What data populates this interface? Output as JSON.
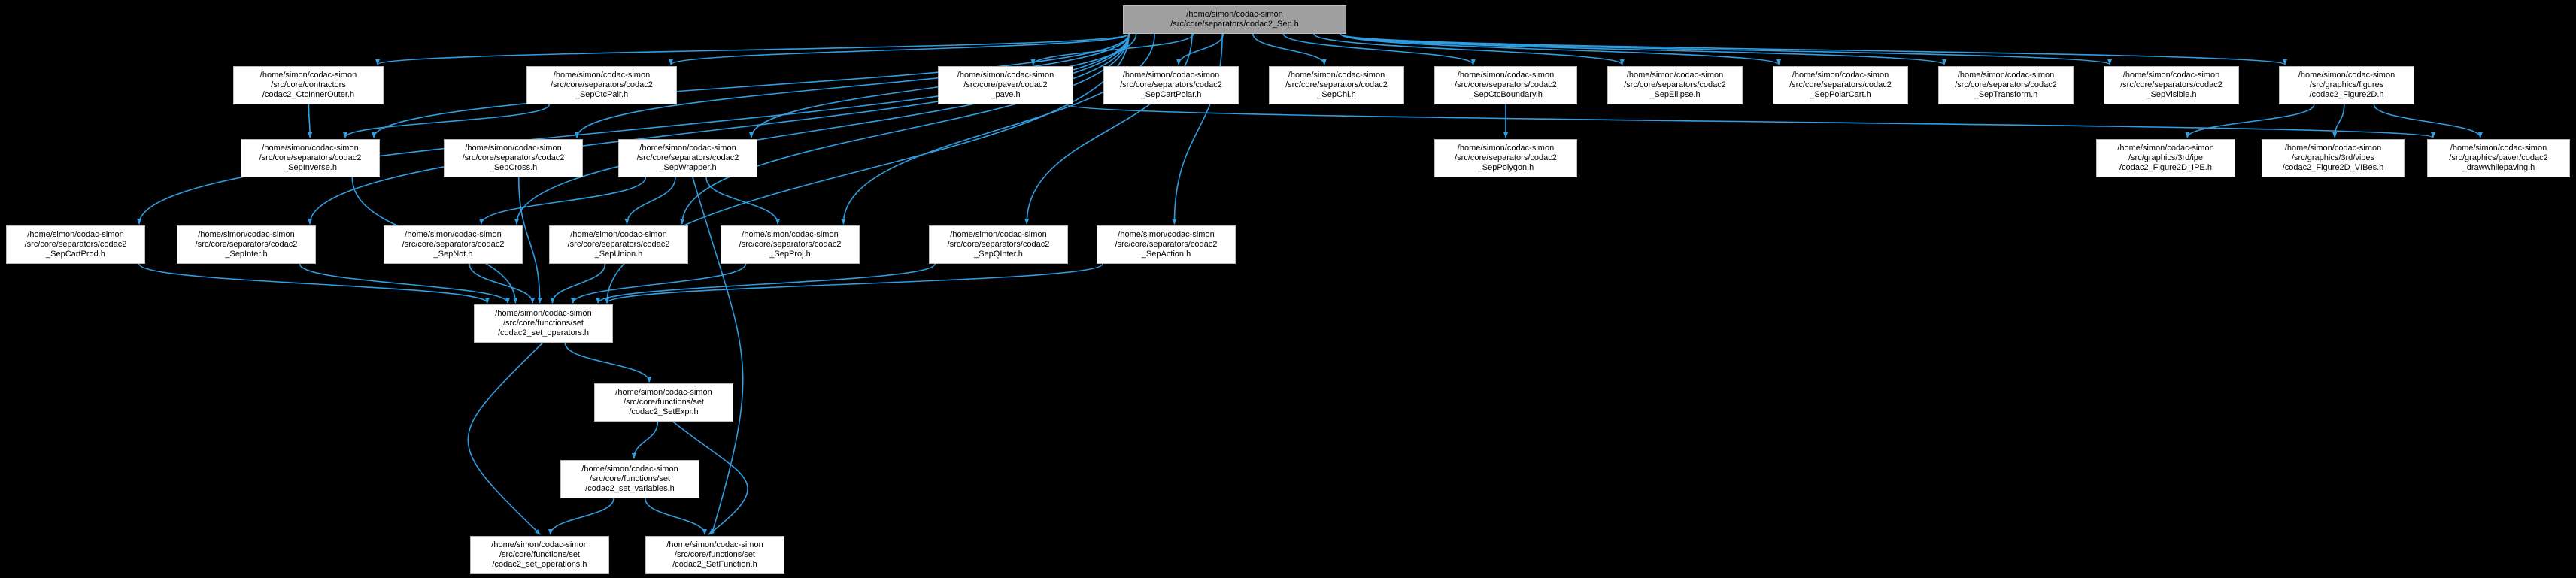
{
  "colors": {
    "background": "#000000",
    "node_fill": "#ffffff",
    "node_border": "#bdbdbd",
    "root_fill": "#9f9f9f",
    "edge": "#2f9ee3",
    "text": "#000000"
  },
  "graph": {
    "type": "include-dependency-graph",
    "root_id": "sep",
    "nodes": {
      "sep": {
        "label": "/home/simon/codac-simon\n/src/core/separators/codac2_Sep.h"
      },
      "ctcinnerouter": {
        "label": "/home/simon/codac-simon\n/src/core/contractors\n/codac2_CtcInnerOuter.h"
      },
      "sepctcpair": {
        "label": "/home/simon/codac-simon\n/src/core/separators/codac2\n_SepCtcPair.h"
      },
      "pave": {
        "label": "/home/simon/codac-simon\n/src/core/paver/codac2\n_pave.h"
      },
      "sepcartpolar": {
        "label": "/home/simon/codac-simon\n/src/core/separators/codac2\n_SepCartPolar.h"
      },
      "sepchi": {
        "label": "/home/simon/codac-simon\n/src/core/separators/codac2\n_SepChi.h"
      },
      "sepctcboundary": {
        "label": "/home/simon/codac-simon\n/src/core/separators/codac2\n_SepCtcBoundary.h"
      },
      "sepellipse": {
        "label": "/home/simon/codac-simon\n/src/core/separators/codac2\n_SepEllipse.h"
      },
      "seppolarcart": {
        "label": "/home/simon/codac-simon\n/src/core/separators/codac2\n_SepPolarCart.h"
      },
      "septransform": {
        "label": "/home/simon/codac-simon\n/src/core/separators/codac2\n_SepTransform.h"
      },
      "sepvisible": {
        "label": "/home/simon/codac-simon\n/src/core/separators/codac2\n_SepVisible.h"
      },
      "figure2d": {
        "label": "/home/simon/codac-simon\n/src/graphics/figures\n/codac2_Figure2D.h"
      },
      "sepinverse": {
        "label": "/home/simon/codac-simon\n/src/core/separators/codac2\n_SepInverse.h"
      },
      "sepcross": {
        "label": "/home/simon/codac-simon\n/src/core/separators/codac2\n_SepCross.h"
      },
      "sepwrapper": {
        "label": "/home/simon/codac-simon\n/src/core/separators/codac2\n_SepWrapper.h"
      },
      "seppolygon": {
        "label": "/home/simon/codac-simon\n/src/core/separators/codac2\n_SepPolygon.h"
      },
      "figure2d_ipe": {
        "label": "/home/simon/codac-simon\n/src/graphics/3rd/ipe\n/codac2_Figure2D_IPE.h"
      },
      "figure2d_vibes": {
        "label": "/home/simon/codac-simon\n/src/graphics/3rd/vibes\n/codac2_Figure2D_VIBes.h"
      },
      "drawwhilepaving": {
        "label": "/home/simon/codac-simon\n/src/graphics/paver/codac2\n_drawwhilepaving.h"
      },
      "sepcartprod": {
        "label": "/home/simon/codac-simon\n/src/core/separators/codac2\n_SepCartProd.h"
      },
      "sepinter": {
        "label": "/home/simon/codac-simon\n/src/core/separators/codac2\n_SepInter.h"
      },
      "sepnot": {
        "label": "/home/simon/codac-simon\n/src/core/separators/codac2\n_SepNot.h"
      },
      "sepunion": {
        "label": "/home/simon/codac-simon\n/src/core/separators/codac2\n_SepUnion.h"
      },
      "sepproj": {
        "label": "/home/simon/codac-simon\n/src/core/separators/codac2\n_SepProj.h"
      },
      "sepqinter": {
        "label": "/home/simon/codac-simon\n/src/core/separators/codac2\n_SepQInter.h"
      },
      "sepaction": {
        "label": "/home/simon/codac-simon\n/src/core/separators/codac2\n_SepAction.h"
      },
      "set_operators": {
        "label": "/home/simon/codac-simon\n/src/core/functions/set\n/codac2_set_operators.h"
      },
      "setexpr": {
        "label": "/home/simon/codac-simon\n/src/core/functions/set\n/codac2_SetExpr.h"
      },
      "set_variables": {
        "label": "/home/simon/codac-simon\n/src/core/functions/set\n/codac2_set_variables.h"
      },
      "set_operations": {
        "label": "/home/simon/codac-simon\n/src/core/functions/set\n/codac2_set_operations.h"
      },
      "setfunction": {
        "label": "/home/simon/codac-simon\n/src/core/functions/set\n/codac2_SetFunction.h"
      }
    },
    "edges": [
      {
        "from": "sep",
        "to": "ctcinnerouter"
      },
      {
        "from": "sep",
        "to": "sepctcpair"
      },
      {
        "from": "sep",
        "to": "sepinverse"
      },
      {
        "from": "sep",
        "to": "sepcross"
      },
      {
        "from": "sep",
        "to": "sepwrapper"
      },
      {
        "from": "sep",
        "to": "pave"
      },
      {
        "from": "sep",
        "to": "sepcartpolar"
      },
      {
        "from": "sep",
        "to": "sepchi"
      },
      {
        "from": "sep",
        "to": "sepctcboundary"
      },
      {
        "from": "sep",
        "to": "sepellipse"
      },
      {
        "from": "sep",
        "to": "seppolarcart"
      },
      {
        "from": "sep",
        "to": "septransform"
      },
      {
        "from": "sep",
        "to": "sepvisible"
      },
      {
        "from": "sep",
        "to": "figure2d"
      },
      {
        "from": "sep",
        "to": "sepcartprod"
      },
      {
        "from": "sep",
        "to": "sepinter"
      },
      {
        "from": "sep",
        "to": "sepnot"
      },
      {
        "from": "sep",
        "to": "sepunion"
      },
      {
        "from": "sep",
        "to": "sepproj"
      },
      {
        "from": "sep",
        "to": "sepqinter"
      },
      {
        "from": "sep",
        "to": "sepaction"
      },
      {
        "from": "sep",
        "to": "set_operators"
      },
      {
        "from": "ctcinnerouter",
        "to": "sepinverse"
      },
      {
        "from": "sepctcpair",
        "to": "sepinverse"
      },
      {
        "from": "sepctcboundary",
        "to": "seppolygon"
      },
      {
        "from": "figure2d",
        "to": "figure2d_ipe"
      },
      {
        "from": "figure2d",
        "to": "figure2d_vibes"
      },
      {
        "from": "figure2d",
        "to": "drawwhilepaving"
      },
      {
        "from": "pave",
        "to": "drawwhilepaving"
      },
      {
        "from": "sepinverse",
        "to": "set_operators"
      },
      {
        "from": "sepcross",
        "to": "set_operators"
      },
      {
        "from": "sepwrapper",
        "to": "sepnot"
      },
      {
        "from": "sepwrapper",
        "to": "sepunion"
      },
      {
        "from": "sepwrapper",
        "to": "sepproj"
      },
      {
        "from": "sepwrapper",
        "to": "setfunction",
        "bend": 70
      },
      {
        "from": "sepcartprod",
        "to": "set_operators"
      },
      {
        "from": "sepinter",
        "to": "set_operators"
      },
      {
        "from": "sepnot",
        "to": "set_operators"
      },
      {
        "from": "sepunion",
        "to": "set_operators"
      },
      {
        "from": "sepproj",
        "to": "set_operators"
      },
      {
        "from": "sepqinter",
        "to": "set_operators"
      },
      {
        "from": "sepaction",
        "to": "set_operators"
      },
      {
        "from": "set_operators",
        "to": "setexpr"
      },
      {
        "from": "set_operators",
        "to": "set_operations",
        "bend": -130
      },
      {
        "from": "setexpr",
        "to": "set_variables"
      },
      {
        "from": "setexpr",
        "to": "setfunction",
        "bend": 95
      },
      {
        "from": "set_variables",
        "to": "set_operations"
      },
      {
        "from": "set_variables",
        "to": "setfunction"
      }
    ]
  }
}
